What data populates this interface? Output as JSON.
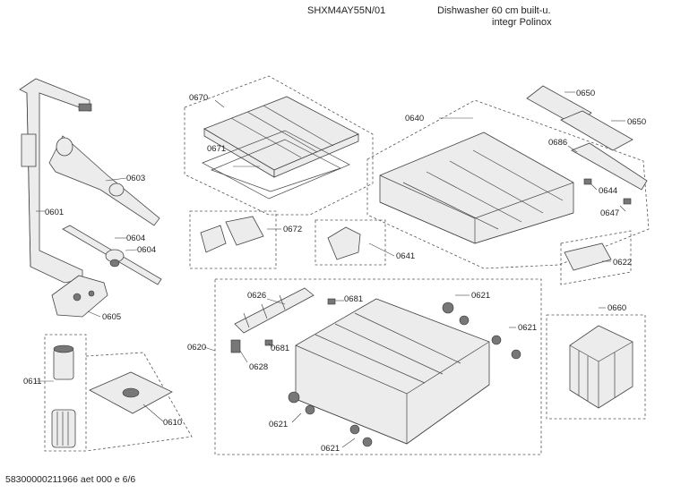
{
  "header": {
    "model": "SHXM4AY55N/01",
    "description_line1": "Dishwasher 60 cm built-u.",
    "description_line2": "integr Polinox"
  },
  "footer": {
    "document_code": "58300000211966 aet 000 e 6/6"
  },
  "parts": {
    "p0601": "0601",
    "p0603": "0603",
    "p0604a": "0604",
    "p0604b": "0604",
    "p0605": "0605",
    "p0611": "0611",
    "p0610": "0610",
    "p0670": "0670",
    "p0671": "0671",
    "p0672": "0672",
    "p0640": "0640",
    "p0641": "0641",
    "p0650a": "0650",
    "p0650b": "0650",
    "p0686": "0686",
    "p0644": "0644",
    "p0647": "0647",
    "p0622": "0622",
    "p0626": "0626",
    "p0681a": "0681",
    "p0681b": "0681",
    "p0620": "0620",
    "p0628": "0628",
    "p0621a": "0621",
    "p0621b": "0621",
    "p0621c": "0621",
    "p0621d": "0621",
    "p0660": "0660"
  }
}
